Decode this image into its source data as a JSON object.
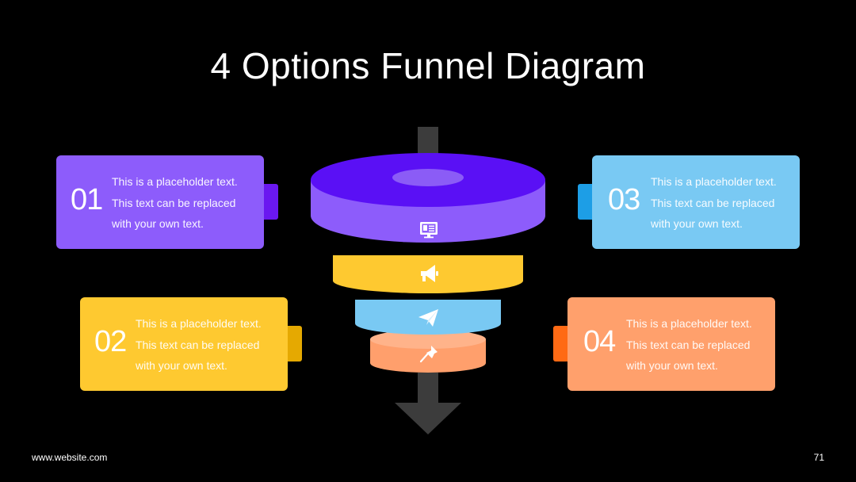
{
  "title": "4 Options Funnel Diagram",
  "options": [
    {
      "number": "01",
      "text": "This is a placeholder text. This text can be replaced with your own text.",
      "color": "#8d5cfb"
    },
    {
      "number": "02",
      "text": "This is a placeholder text. This text can be replaced with your own text.",
      "color": "#fec930"
    },
    {
      "number": "03",
      "text": "This is a placeholder text. This text can be replaced with your own text.",
      "color": "#79c9f3"
    },
    {
      "number": "04",
      "text": "This is a placeholder text. This text can be replaced with your own text.",
      "color": "#ffa06c"
    }
  ],
  "funnel_icons": [
    "monitor-icon",
    "megaphone-icon",
    "paper-plane-icon",
    "pushpin-icon"
  ],
  "footer": {
    "website": "www.website.com",
    "page_number": "71"
  }
}
